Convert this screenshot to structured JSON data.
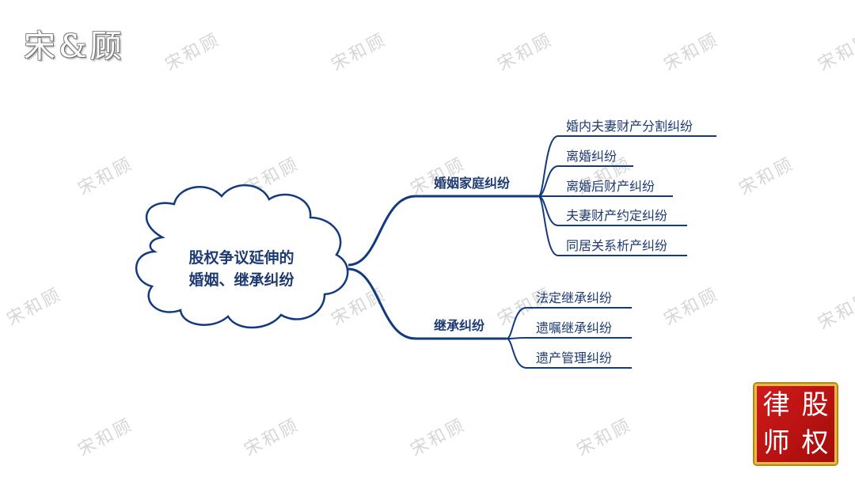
{
  "logo": "宋&顾",
  "watermark": "宋和顾",
  "mindmap": {
    "root": {
      "line1": "股权争议延伸的",
      "line2": "婚姻、继承纠纷"
    },
    "branches": [
      {
        "label": "婚姻家庭纠纷",
        "children": [
          "婚内夫妻财产分割纠纷",
          "离婚纠纷",
          "离婚后财产纠纷",
          "夫妻财产约定纠纷",
          "同居关系析产纠纷"
        ]
      },
      {
        "label": "继承纠纷",
        "children": [
          "法定继承纠纷",
          "遗嘱继承纠纷",
          "遗产管理纠纷"
        ]
      }
    ]
  },
  "seal": {
    "chars": [
      "律",
      "股",
      "师",
      "权"
    ]
  },
  "colors": {
    "line": "#123a80",
    "text": "#1d3a73",
    "seal_red": "#c41414",
    "seal_border": "#e8b84a"
  }
}
